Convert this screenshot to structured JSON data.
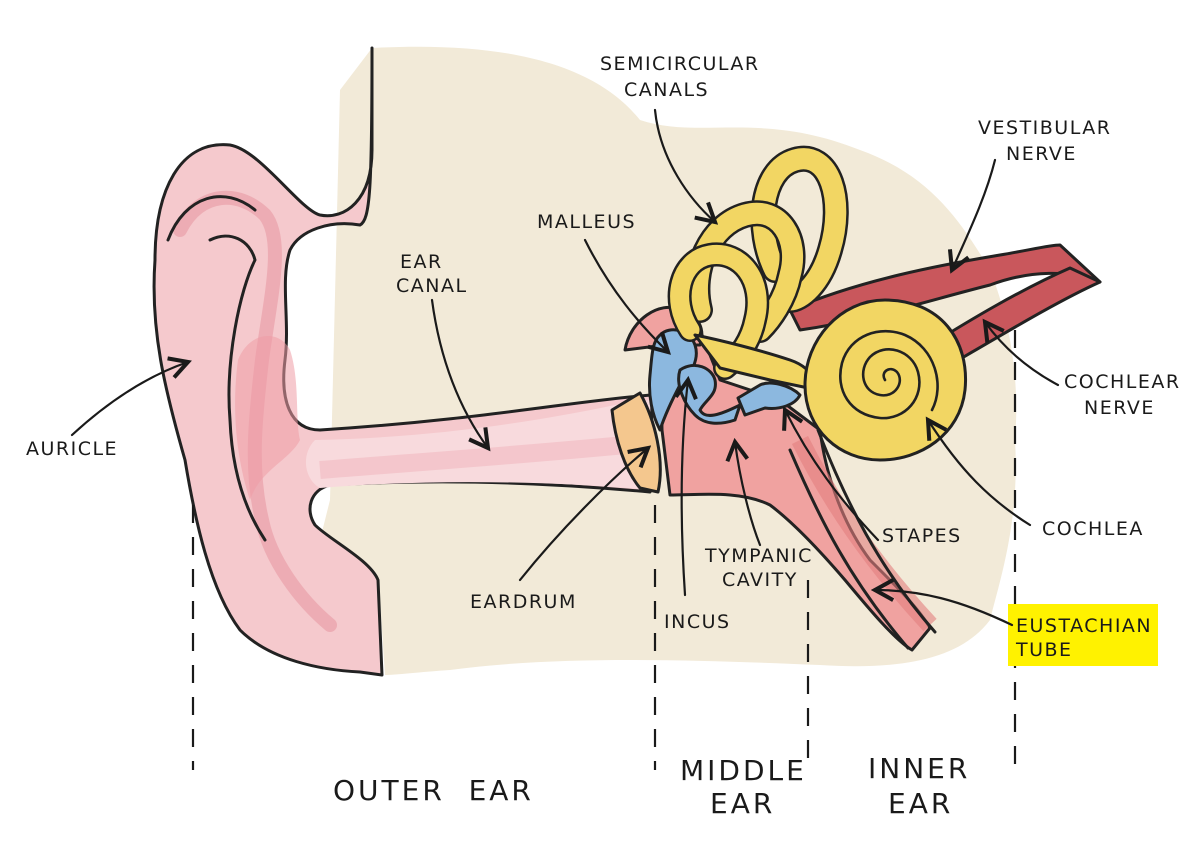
{
  "labels": {
    "semicircular_canals": [
      "SEMICIRCULAR",
      "CANALS"
    ],
    "vestibular_nerve": [
      "VESTIBULAR",
      "NERVE"
    ],
    "malleus": "MALLEUS",
    "ear_canal": [
      "EAR",
      "CANAL"
    ],
    "auricle": "AURICLE",
    "cochlear_nerve": [
      "COCHLEAR",
      "NERVE"
    ],
    "cochlea": "COCHLEA",
    "stapes": "STAPES",
    "tympanic_cavity": [
      "TYMPANIC",
      "CAVITY"
    ],
    "eardrum": "EARDRUM",
    "incus": "INCUS",
    "eustachian_tube": [
      "EUSTACHIAN",
      "TUBE"
    ]
  },
  "regions": {
    "outer_ear": "OUTER  EAR",
    "middle_ear": [
      "MIDDLE",
      "EAR"
    ],
    "inner_ear": [
      "INNER",
      "EAR"
    ]
  },
  "colors": {
    "background_tissue": "#f2ead8",
    "auricle_skin": "#f5c9cd",
    "canal_skin": "#f8dadd",
    "ossicles": "#8cb8df",
    "labyrinth": "#f2d663",
    "nerve": "#c9575c",
    "middle_ear_tissue": "#f0a2a0",
    "eardrum": "#f4c78e",
    "highlight": "#fff200"
  }
}
